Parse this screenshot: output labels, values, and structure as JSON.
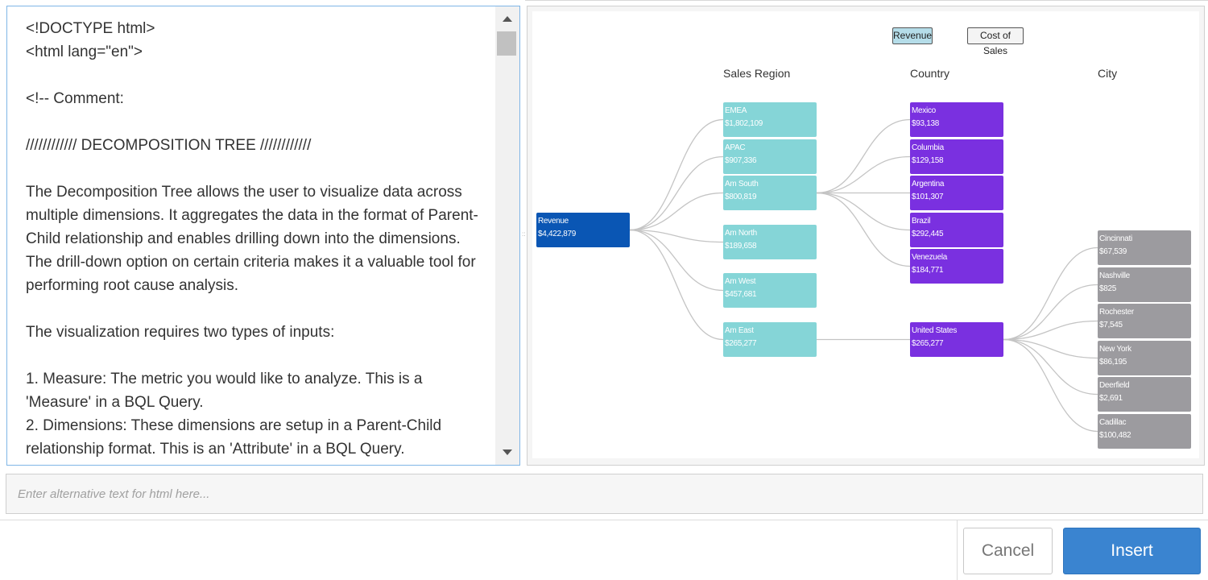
{
  "editor": {
    "code_lines": [
      "<!DOCTYPE html>",
      "<html lang=\"en\">",
      "",
      "<!-- Comment:",
      "",
      "//////////// DECOMPOSITION TREE ////////////",
      "",
      "The Decomposition Tree allows the user to visualize data across multiple dimensions. It aggregates the data in the format of Parent-Child relationship and enables drilling down into the dimensions. The drill-down option on certain criteria makes it a valuable tool for performing root cause analysis.",
      "",
      "The visualization requires two types of inputs:",
      "",
      "1. Measure: The metric you would like to analyze. This is a 'Measure' in a BQL Query.",
      "2. Dimensions: These dimensions are setup in a Parent-Child relationship format. This is an 'Attribute' in a BQL Query."
    ]
  },
  "preview": {
    "toggles": [
      {
        "label": "Revenue",
        "active": true
      },
      {
        "label": "Cost of Sales",
        "active": false
      }
    ],
    "levels": [
      "Sales Region",
      "Country",
      "City"
    ],
    "colors": {
      "root": "#0a56b4",
      "region": "#85d5d7",
      "country": "#7a30e0",
      "city": "#9c9b9f",
      "link": "#c4c4c4"
    },
    "tree": {
      "root": {
        "name": "Revenue",
        "value": "$4,422,879"
      },
      "regions": [
        {
          "name": "EMEA",
          "value": "$1,802,109"
        },
        {
          "name": "APAC",
          "value": "$907,336"
        },
        {
          "name": "Am South",
          "value": "$800,819"
        },
        {
          "name": "Am North",
          "value": "$189,658"
        },
        {
          "name": "Am West",
          "value": "$457,681"
        },
        {
          "name": "Am East",
          "value": "$265,277"
        }
      ],
      "countries": [
        {
          "name": "Mexico",
          "value": "$93,138"
        },
        {
          "name": "Columbia",
          "value": "$129,158"
        },
        {
          "name": "Argentina",
          "value": "$101,307"
        },
        {
          "name": "Brazil",
          "value": "$292,445"
        },
        {
          "name": "Venezuela",
          "value": "$184,771"
        },
        {
          "name": "United States",
          "value": "$265,277"
        }
      ],
      "cities": [
        {
          "name": "Cincinnati",
          "value": "$67,539"
        },
        {
          "name": "Nashville",
          "value": "$825"
        },
        {
          "name": "Rochester",
          "value": "$7,545"
        },
        {
          "name": "New York",
          "value": "$86,195"
        },
        {
          "name": "Deerfield",
          "value": "$2,691"
        },
        {
          "name": "Cadillac",
          "value": "$100,482"
        }
      ]
    }
  },
  "alt_text": {
    "placeholder": "Enter alternative text for html here...",
    "value": ""
  },
  "buttons": {
    "cancel": "Cancel",
    "insert": "Insert"
  }
}
